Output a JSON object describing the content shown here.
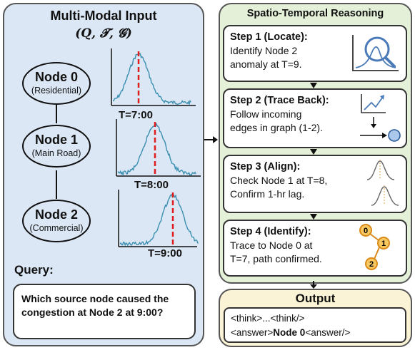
{
  "input_panel": {
    "title": "Multi-Modal Input",
    "formula": "(𝑸, 𝓣, 𝓖)",
    "nodes": [
      {
        "name": "Node 0",
        "type": "(Residential)"
      },
      {
        "name": "Node 1",
        "type": "(Main Road)"
      },
      {
        "name": "Node 2",
        "type": "(Commercial)"
      }
    ],
    "time_labels": [
      "T=7:00",
      "T=8:00",
      "T=9:00"
    ],
    "query_label": "Query:",
    "query_text": "Which source node caused the congestion at Node 2 at 9:00?"
  },
  "reasoning_panel": {
    "title": "Spatio-Temporal Reasoning",
    "steps": [
      {
        "heading": "Step 1 (Locate):",
        "lines": [
          "Identify Node 2",
          "anomaly at T=9."
        ]
      },
      {
        "heading": "Step 2 (Trace Back):",
        "lines": [
          "Follow incoming",
          "edges in graph (1-2)."
        ]
      },
      {
        "heading": "Step 3 (Align):",
        "lines": [
          "Check Node 1 at T=8,",
          "Confirm 1-hr lag."
        ]
      },
      {
        "heading": "Step 4 (Identify):",
        "lines": [
          "Trace to Node 0 at",
          "T=7, path confirmed."
        ]
      }
    ],
    "mini_graph_labels": [
      "0",
      "1",
      "2"
    ]
  },
  "output_panel": {
    "title": "Output",
    "line1": "<think>...<think/>",
    "answer_open": "<answer>",
    "answer_value": "Node 0",
    "answer_close": "<answer/>"
  },
  "colors": {
    "input_bg": "#dbe7f4",
    "reasoning_bg": "#e4f0d8",
    "output_bg": "#fbf3d6",
    "signal": "#3b8fb0",
    "marker": "#e01e1e",
    "graph_node": "#f5a623"
  }
}
